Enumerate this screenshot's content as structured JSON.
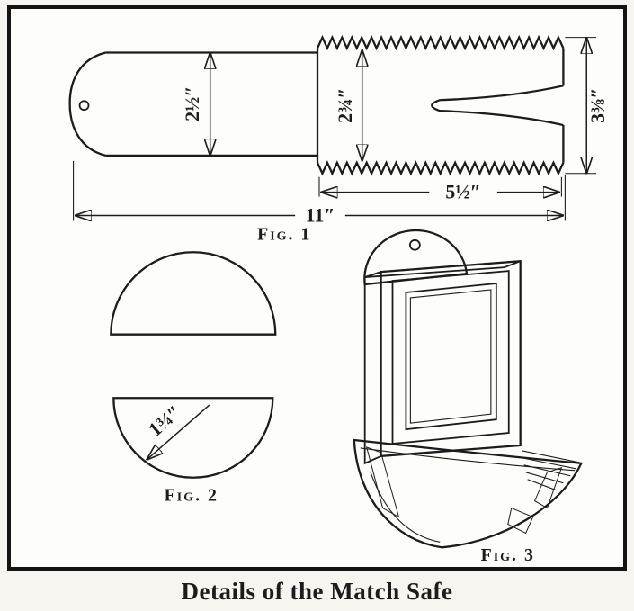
{
  "caption": "Details of the Match Safe",
  "colors": {
    "ink": "#1c1c1c",
    "paper": "#fdfdf9"
  },
  "figures": {
    "fig1": {
      "label": "Fig. 1",
      "dim_paddle_height": "2½″",
      "dim_plate_height": "2¾″",
      "dim_overall_height": "3⅜″",
      "dim_plate_width": "5½″",
      "dim_overall_length": "11″"
    },
    "fig2": {
      "label": "Fig. 2",
      "dim_radius": "1¾″"
    },
    "fig3": {
      "label": "Fig. 3"
    }
  }
}
